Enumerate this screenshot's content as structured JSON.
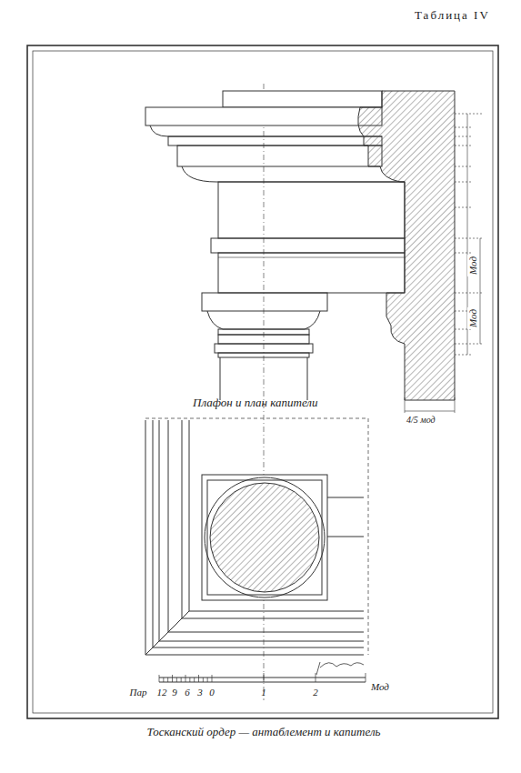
{
  "diagram": {
    "title": "Таблица IV",
    "caption": "Тосканский ордер — антаблемент и капитель",
    "labels": [
      "Мод",
      "Мод",
      "4/5 мод",
      "Плафон и план капители",
      "Пар",
      "12",
      "9",
      "6",
      "3",
      "0",
      "1",
      "2",
      "Мод"
    ]
  }
}
